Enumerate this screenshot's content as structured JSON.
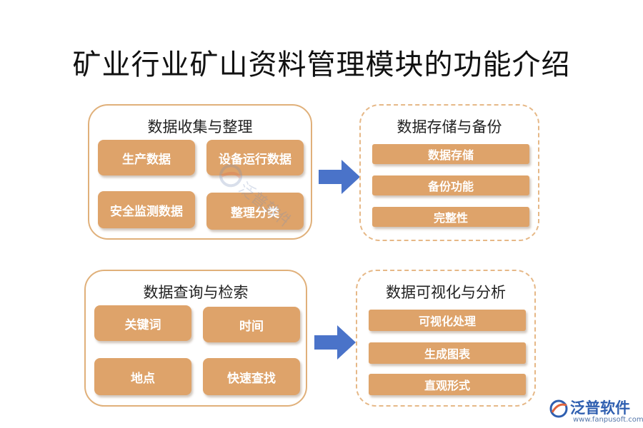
{
  "title": "矿业行业矿山资料管理模块的功能介绍",
  "panels": {
    "collection": {
      "title": "数据收集与整理",
      "items": [
        "生产数据",
        "设备运行数据",
        "安全监测数据",
        "整理分类"
      ]
    },
    "storage": {
      "title": "数据存储与备份",
      "items": [
        "数据存储",
        "备份功能",
        "完整性"
      ]
    },
    "query": {
      "title": "数据查询与检索",
      "items": [
        "关键词",
        "时间",
        "地点",
        "快速查找"
      ]
    },
    "visualization": {
      "title": "数据可视化与分析",
      "items": [
        "可视化处理",
        "生成图表",
        "直观形式"
      ]
    }
  },
  "brand": {
    "name": "泛普软件",
    "url": "www.fanpusoft.com",
    "icon": "fanpu-logo-icon",
    "watermark_text": "泛普软件"
  },
  "colors": {
    "tile_fill": "#dea36a",
    "panel_border": "#e0b07a",
    "arrow": "#4a73c9",
    "brand_blue": "#2f5fb0"
  }
}
